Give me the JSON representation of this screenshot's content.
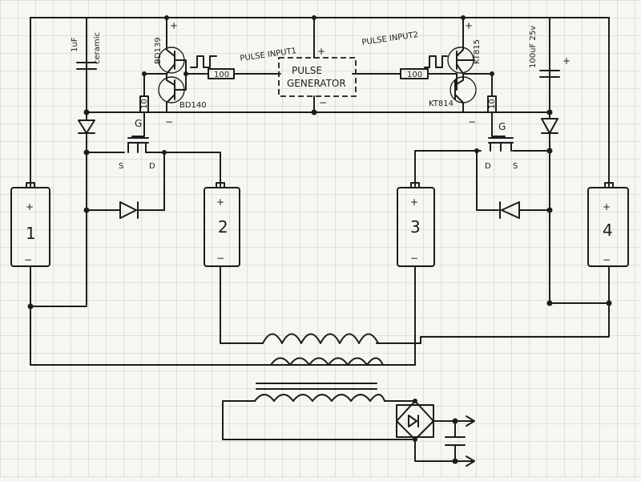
{
  "labels": {
    "cap_left": "1uF",
    "cap_left_type": "ceramic",
    "cap_right": "100uF 25v",
    "bd139": "BD139",
    "bd140": "BD140",
    "kt815": "KT815",
    "kt814": "KT814",
    "pulse_input1": "PULSE INPUT1",
    "pulse_input2": "PULSE INPUT2",
    "generator_line1": "PULSE",
    "generator_line2": "GENERATOR",
    "res_left": "100",
    "res_right": "100",
    "gate_res_left": "10",
    "gate_res_right": "10",
    "gate_left": "G",
    "gate_right": "G",
    "source_left": "S",
    "drain_left": "D",
    "drain_right": "D",
    "source_right": "S",
    "plus": "+",
    "minus": "−"
  },
  "batteries": [
    {
      "number": "1",
      "plus": "+",
      "minus": "−"
    },
    {
      "number": "2",
      "plus": "+",
      "minus": "−"
    },
    {
      "number": "3",
      "plus": "+",
      "minus": "−"
    },
    {
      "number": "4",
      "plus": "+",
      "minus": "−"
    }
  ]
}
